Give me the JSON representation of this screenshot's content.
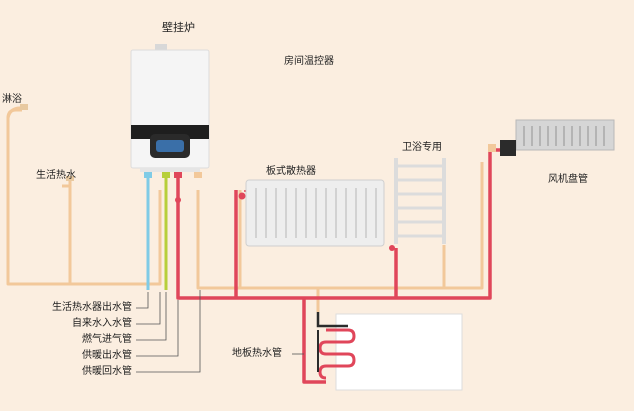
{
  "labels": {
    "boiler": "壁挂炉",
    "thermostat": "房间温控器",
    "shower": "淋浴",
    "domestic_hot_water": "生活热水",
    "panel_radiator": "板式散热器",
    "bathroom_radiator": "卫浴专用",
    "fan_coil": "风机盘管",
    "floor_heating": "地板热水管"
  },
  "pipe_legend": [
    "生活热水器出水管",
    "自来水入水管",
    "燃气进气管",
    "供暖出水管",
    "供暖回水管"
  ],
  "colors": {
    "background": "#fbeee0",
    "heating_pipe": "#e0465a",
    "return_pipe": "#f2c89a",
    "gas_pipe": "#b7cf3a",
    "cold_water_pipe": "#7fcbe6",
    "boiler_body": "#f5f5f5",
    "boiler_band": "#1e1e1e",
    "radiator": "#eeeeee",
    "floor_panel": "#ffffff"
  }
}
